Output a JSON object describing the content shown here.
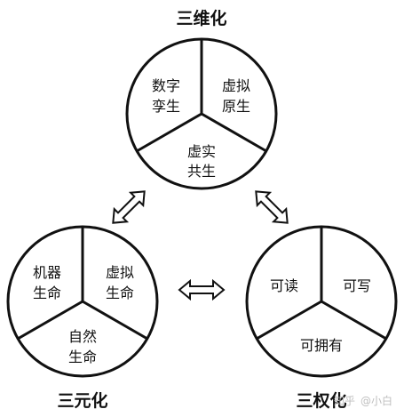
{
  "colors": {
    "stroke": "#111111",
    "fill": "#ffffff",
    "arrow_fill": "#ffffff",
    "watermark": "#bfbfbf"
  },
  "groups": {
    "top": {
      "title": "三维化",
      "segments": [
        {
          "line1": "数字",
          "line2": "孪生"
        },
        {
          "line1": "虚拟",
          "line2": "原生"
        },
        {
          "line1": "虚实",
          "line2": "共生"
        }
      ]
    },
    "left": {
      "title": "三元化",
      "segments": [
        {
          "line1": "机器",
          "line2": "生命"
        },
        {
          "line1": "虚拟",
          "line2": "生命"
        },
        {
          "line1": "自然",
          "line2": "生命"
        }
      ]
    },
    "right": {
      "title": "三权化",
      "segments": [
        {
          "line1": "可读"
        },
        {
          "line1": "可写"
        },
        {
          "line1": "可拥有"
        }
      ]
    }
  },
  "watermark": {
    "left_text": "知乎",
    "right_text": "@小白"
  }
}
